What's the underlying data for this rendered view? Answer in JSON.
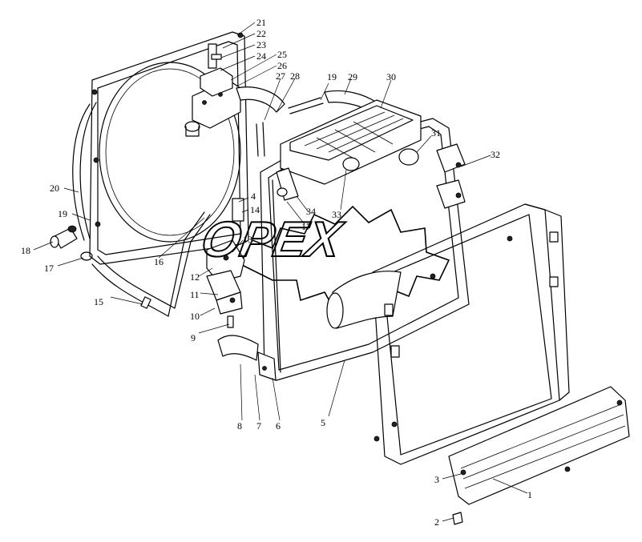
{
  "watermark": {
    "text": "OPEX"
  },
  "callouts": [
    "1",
    "2",
    "3",
    "4",
    "5",
    "6",
    "7",
    "8",
    "9",
    "10",
    "11",
    "12",
    "13",
    "14",
    "15",
    "16",
    "17",
    "17",
    "18",
    "19",
    "19",
    "20",
    "21",
    "22",
    "23",
    "24",
    "25",
    "26",
    "27",
    "28",
    "29",
    "30",
    "31",
    "32",
    "33",
    "34"
  ]
}
